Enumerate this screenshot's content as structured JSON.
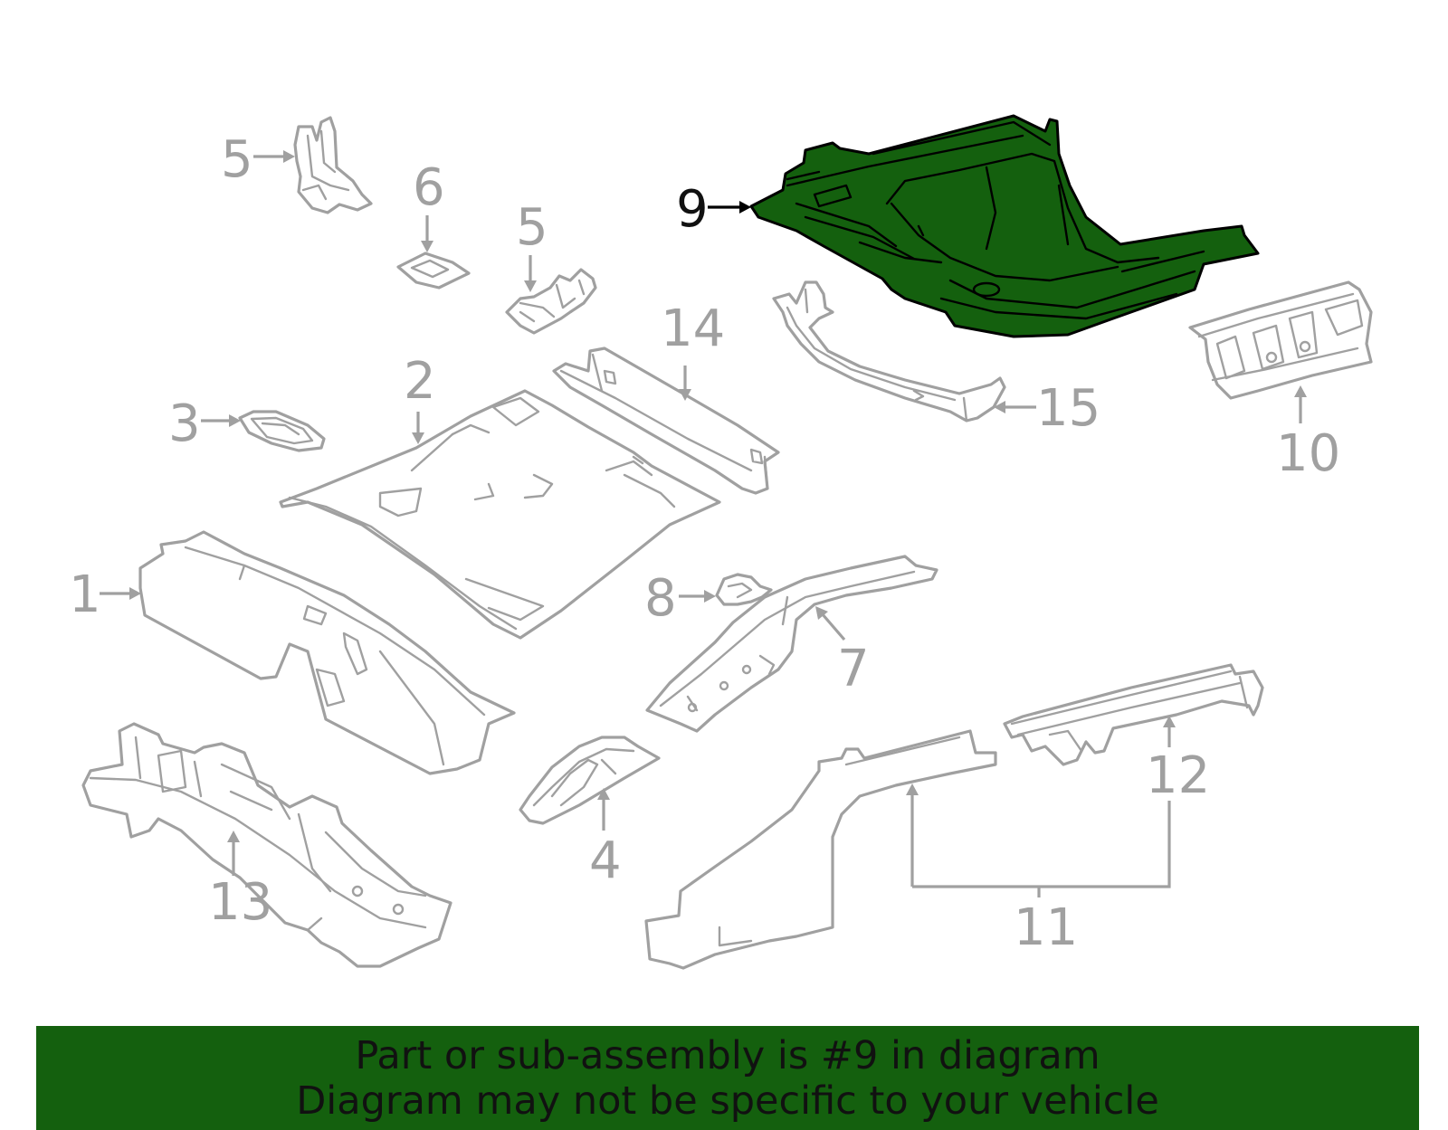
{
  "diagram": {
    "highlighted_part": "9",
    "callouts": [
      "1",
      "2",
      "3",
      "4",
      "5",
      "5",
      "6",
      "7",
      "8",
      "9",
      "10",
      "11",
      "12",
      "13",
      "14",
      "15"
    ],
    "colors": {
      "highlight": "#14600e",
      "parts": "#a0a0a0",
      "active_label": "#111111"
    }
  },
  "banner": {
    "line1": "Part or sub-assembly is #9 in diagram",
    "line2": "Diagram may not be specific to your vehicle"
  }
}
